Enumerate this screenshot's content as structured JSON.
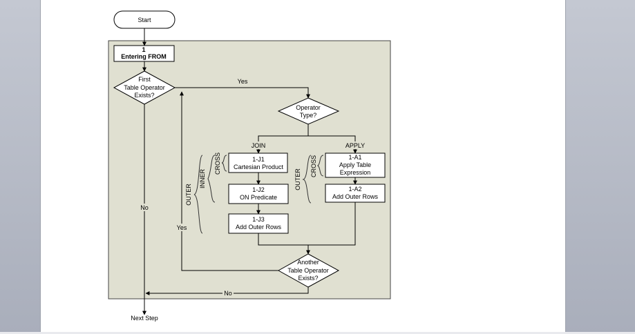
{
  "flowchart": {
    "start": "Start",
    "step1_number": "1",
    "step1_label": "Entering FROM",
    "decision_first": [
      "First",
      "Table Operator",
      "Exists?"
    ],
    "decision_operator": [
      "Operator",
      "Type?"
    ],
    "yes_top": "Yes",
    "branch_join": "JOIN",
    "branch_apply": "APPLY",
    "j1": [
      "1-J1",
      "Cartesian Product"
    ],
    "j2": [
      "1-J2",
      "ON Predicate"
    ],
    "j3": [
      "1-J3",
      "Add Outer Rows"
    ],
    "a1": [
      "1-A1",
      "Apply Table",
      "Expression"
    ],
    "a2": [
      "1-A2",
      "Add Outer Rows"
    ],
    "cross_join": "CROSS",
    "inner_join": "INNER",
    "outer_join": "OUTER",
    "cross_apply": "CROSS",
    "outer_apply": "OUTER",
    "decision_another": [
      "Another",
      "Table Operator",
      "Exists?"
    ],
    "no_left": "No",
    "yes_loop": "Yes",
    "no_bottom": "No",
    "next_step": "Next Step"
  }
}
